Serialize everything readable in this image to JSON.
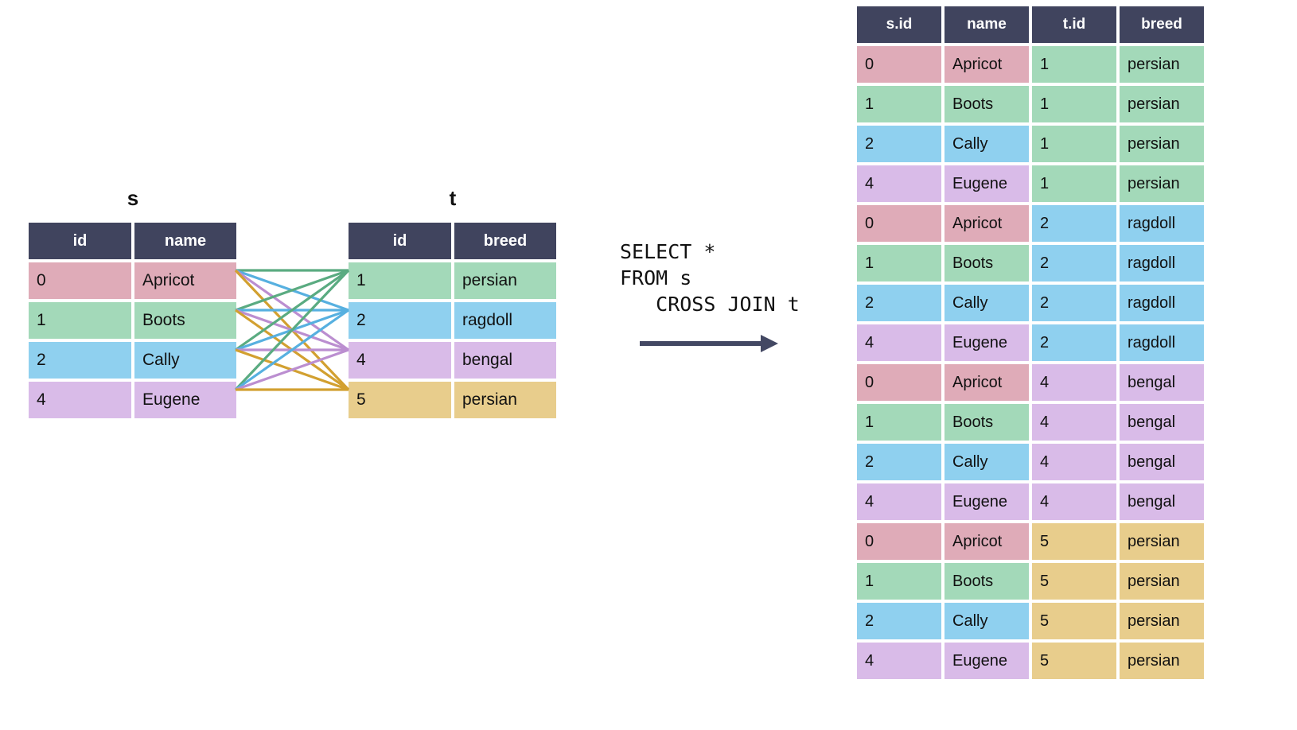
{
  "palette": {
    "header_bg": "#40445e",
    "pink": "#dfabb8",
    "green": "#a3d9b9",
    "blue": "#8fd0ef",
    "purple": "#d9bbe8",
    "yellow": "#e8cd8c",
    "arrow": "#434863"
  },
  "table_s": {
    "title": "s",
    "columns": [
      "id",
      "name"
    ],
    "rows": [
      {
        "id": "0",
        "name": "Apricot",
        "color": "pink"
      },
      {
        "id": "1",
        "name": "Boots",
        "color": "green"
      },
      {
        "id": "2",
        "name": "Cally",
        "color": "blue"
      },
      {
        "id": "4",
        "name": "Eugene",
        "color": "purple"
      }
    ]
  },
  "table_t": {
    "title": "t",
    "columns": [
      "id",
      "breed"
    ],
    "rows": [
      {
        "id": "1",
        "breed": "persian",
        "color": "green"
      },
      {
        "id": "2",
        "breed": "ragdoll",
        "color": "blue"
      },
      {
        "id": "4",
        "breed": "bengal",
        "color": "purple"
      },
      {
        "id": "5",
        "breed": "persian",
        "color": "yellow"
      }
    ]
  },
  "sql": {
    "text": "SELECT *\nFROM s\n   CROSS JOIN t"
  },
  "arrow": {
    "label": "flow-arrow"
  },
  "table_result": {
    "columns": [
      "s.id",
      "name",
      "t.id",
      "breed"
    ],
    "rows": [
      {
        "sid": "0",
        "name": "Apricot",
        "tid": "1",
        "breed": "persian",
        "s_color": "pink",
        "t_color": "green"
      },
      {
        "sid": "1",
        "name": "Boots",
        "tid": "1",
        "breed": "persian",
        "s_color": "green",
        "t_color": "green"
      },
      {
        "sid": "2",
        "name": "Cally",
        "tid": "1",
        "breed": "persian",
        "s_color": "blue",
        "t_color": "green"
      },
      {
        "sid": "4",
        "name": "Eugene",
        "tid": "1",
        "breed": "persian",
        "s_color": "purple",
        "t_color": "green"
      },
      {
        "sid": "0",
        "name": "Apricot",
        "tid": "2",
        "breed": "ragdoll",
        "s_color": "pink",
        "t_color": "blue"
      },
      {
        "sid": "1",
        "name": "Boots",
        "tid": "2",
        "breed": "ragdoll",
        "s_color": "green",
        "t_color": "blue"
      },
      {
        "sid": "2",
        "name": "Cally",
        "tid": "2",
        "breed": "ragdoll",
        "s_color": "blue",
        "t_color": "blue"
      },
      {
        "sid": "4",
        "name": "Eugene",
        "tid": "2",
        "breed": "ragdoll",
        "s_color": "purple",
        "t_color": "blue"
      },
      {
        "sid": "0",
        "name": "Apricot",
        "tid": "4",
        "breed": "bengal",
        "s_color": "pink",
        "t_color": "purple"
      },
      {
        "sid": "1",
        "name": "Boots",
        "tid": "4",
        "breed": "bengal",
        "s_color": "green",
        "t_color": "purple"
      },
      {
        "sid": "2",
        "name": "Cally",
        "tid": "4",
        "breed": "bengal",
        "s_color": "blue",
        "t_color": "purple"
      },
      {
        "sid": "4",
        "name": "Eugene",
        "tid": "4",
        "breed": "bengal",
        "s_color": "purple",
        "t_color": "purple"
      },
      {
        "sid": "0",
        "name": "Apricot",
        "tid": "5",
        "breed": "persian",
        "s_color": "pink",
        "t_color": "yellow"
      },
      {
        "sid": "1",
        "name": "Boots",
        "tid": "5",
        "breed": "persian",
        "s_color": "green",
        "t_color": "yellow"
      },
      {
        "sid": "2",
        "name": "Cally",
        "tid": "5",
        "breed": "persian",
        "s_color": "blue",
        "t_color": "yellow"
      },
      {
        "sid": "4",
        "name": "Eugene",
        "tid": "5",
        "breed": "persian",
        "s_color": "purple",
        "t_color": "yellow"
      }
    ]
  },
  "join_lines": {
    "description": "cross-join connectors",
    "line_colors": {
      "to_t1": "#5aab81",
      "to_t2": "#57b0e0",
      "to_t4": "#bb8ed0",
      "to_t5": "#d2a030"
    },
    "pairs": [
      {
        "from": 0,
        "to": 0
      },
      {
        "from": 0,
        "to": 1
      },
      {
        "from": 0,
        "to": 2
      },
      {
        "from": 0,
        "to": 3
      },
      {
        "from": 1,
        "to": 0
      },
      {
        "from": 1,
        "to": 1
      },
      {
        "from": 1,
        "to": 2
      },
      {
        "from": 1,
        "to": 3
      },
      {
        "from": 2,
        "to": 0
      },
      {
        "from": 2,
        "to": 1
      },
      {
        "from": 2,
        "to": 2
      },
      {
        "from": 2,
        "to": 3
      },
      {
        "from": 3,
        "to": 0
      },
      {
        "from": 3,
        "to": 1
      },
      {
        "from": 3,
        "to": 2
      },
      {
        "from": 3,
        "to": 3
      }
    ]
  }
}
